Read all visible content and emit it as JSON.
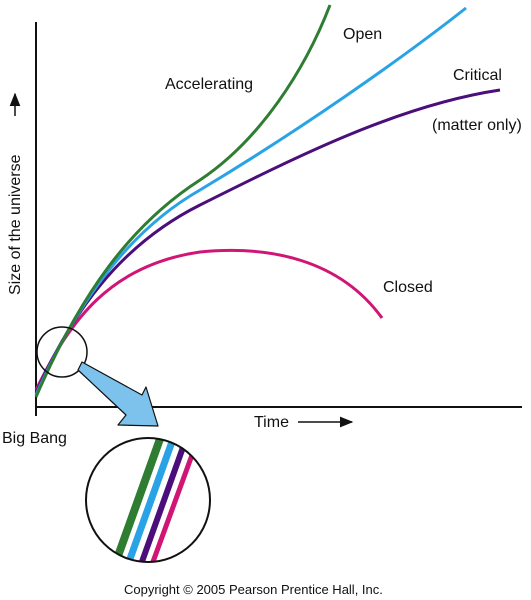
{
  "diagram": {
    "y_axis_label": "Size of the universe",
    "x_axis_label": "Time",
    "origin_label": "Big Bang",
    "curves": [
      {
        "name": "Accelerating",
        "color": "#2e7d32"
      },
      {
        "name": "Open",
        "color": "#29a3e6"
      },
      {
        "name": "Critical",
        "color": "#4a0f7a",
        "note": "(matter only)"
      },
      {
        "name": "Closed",
        "color": "#d01575"
      }
    ],
    "callout_color": "#7cc2ec",
    "copyright": "Copyright © 2005 Pearson Prentice Hall, Inc."
  }
}
